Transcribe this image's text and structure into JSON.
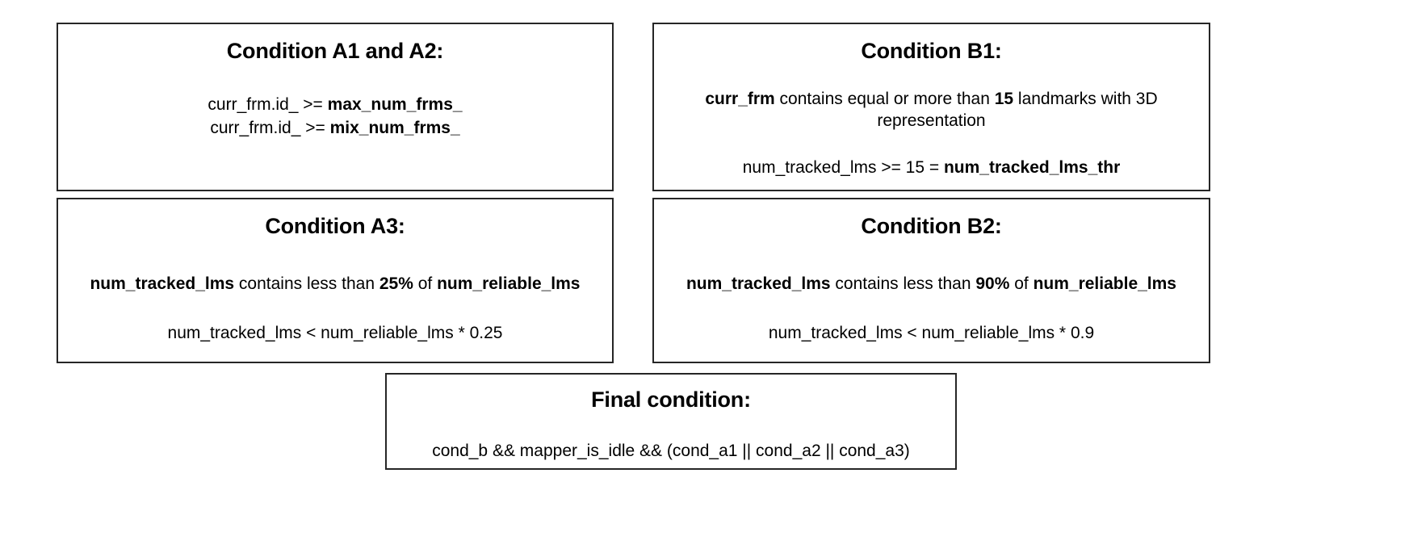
{
  "boxes": {
    "a12": {
      "title": "Condition A1 and A2:",
      "line1": "curr_frm.id_ >= ",
      "line1_bold": "max_num_frms_",
      "line2": "curr_frm.id_  >= ",
      "line2_bold": "mix_num_frms_"
    },
    "b1": {
      "title": "Condition B1:",
      "desc_bold1": "curr_frm",
      "desc_mid1": " contains equal or more than ",
      "desc_bold2": "15",
      "desc_tail": " landmarks with 3D representation",
      "formula_plain": "num_tracked_lms >= 15 = ",
      "formula_bold": "num_tracked_lms_thr"
    },
    "a3": {
      "title": "Condition A3:",
      "desc_bold1": "num_tracked_lms",
      "desc_mid1": " contains less than ",
      "desc_bold2": "25%",
      "desc_mid2": " of ",
      "desc_bold3": "num_reliable_lms",
      "formula": "num_tracked_lms < num_reliable_lms * 0.25"
    },
    "b2": {
      "title": "Condition B2:",
      "desc_bold1": "num_tracked_lms",
      "desc_mid1": " contains less than ",
      "desc_bold2": "90%",
      "desc_mid2": " of ",
      "desc_bold3": "num_reliable_lms",
      "formula": "num_tracked_lms < num_reliable_lms * 0.9"
    },
    "final": {
      "title": "Final condition:",
      "formula": "cond_b && mapper_is_idle && (cond_a1 || cond_a2 || cond_a3)"
    }
  },
  "colors": {
    "border": "#262626",
    "text": "#000000",
    "background": "#ffffff"
  }
}
